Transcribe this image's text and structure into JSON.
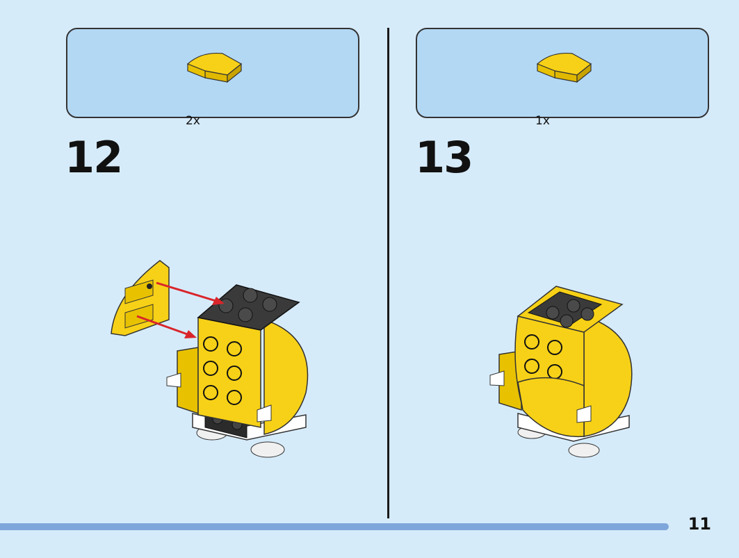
{
  "steps": [
    {
      "number": "12",
      "part_icon": "yellow-curved-slope-icon",
      "quantity": "2x"
    },
    {
      "number": "13",
      "part_icon": "yellow-curved-slope-icon",
      "quantity": "1x"
    }
  ],
  "page_number": "11",
  "colors": {
    "background": "#d6ebfa",
    "parts_box": "#b3d8f4",
    "brick_yellow": "#f7d117",
    "brick_dark": "#3a3a3a",
    "arrow_red": "#d9252a",
    "progress_bar": "#7fa6da"
  }
}
